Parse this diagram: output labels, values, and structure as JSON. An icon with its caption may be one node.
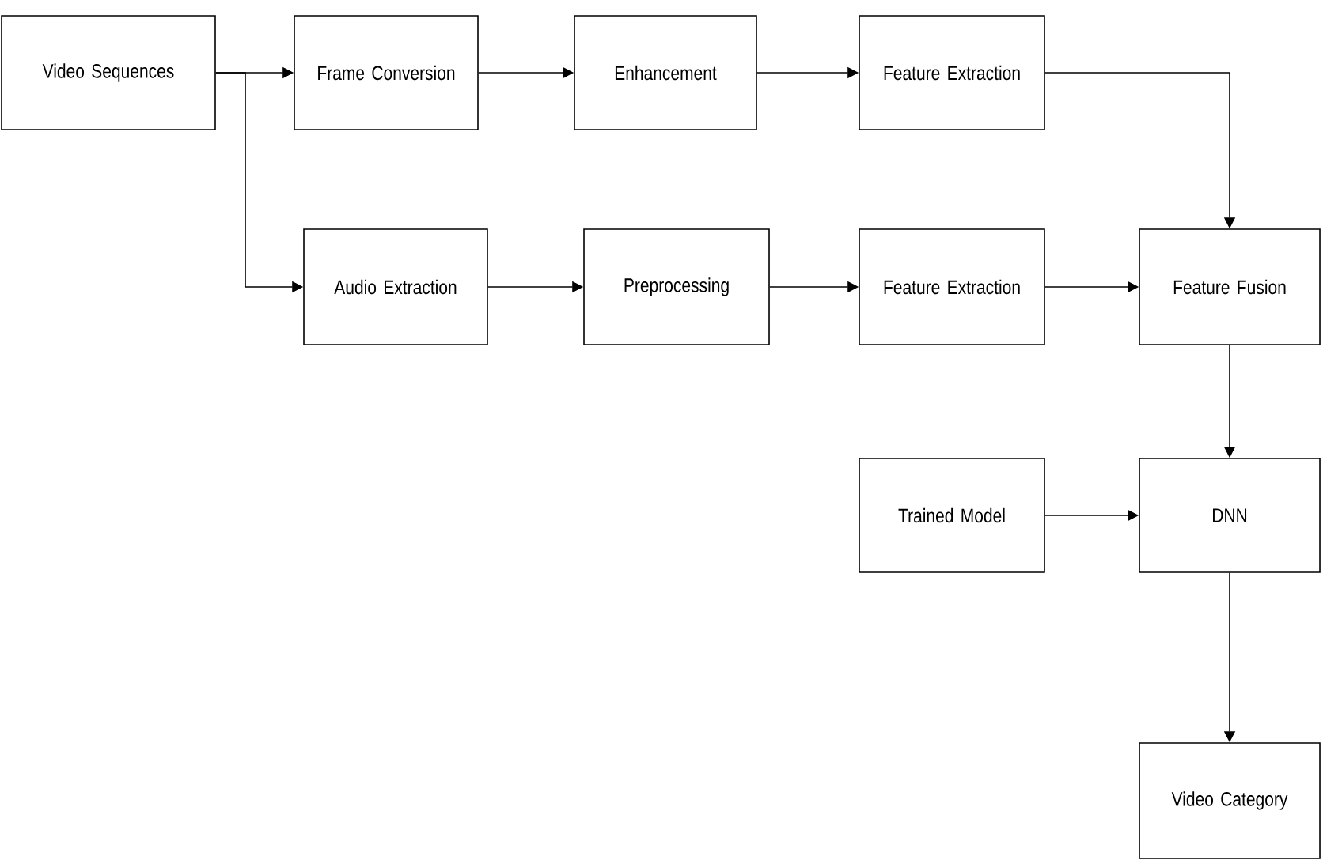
{
  "diagram": {
    "nodes": [
      {
        "text": [
          "Video Sequences"
        ]
      },
      {
        "text": [
          "Frame Conversion"
        ]
      },
      {
        "text": [
          "Enhancement"
        ]
      },
      {
        "text": [
          "Feature Extraction"
        ]
      },
      {
        "text": [
          "Audio Extraction"
        ]
      },
      {
        "text": [
          "Preprocessing"
        ]
      },
      {
        "text": [
          "Feature Extraction"
        ]
      },
      {
        "text": [
          "Feature Fusion"
        ]
      },
      {
        "text": [
          "Trained Model"
        ]
      },
      {
        "text": [
          "DNN"
        ]
      },
      {
        "text": [
          "Video Category"
        ]
      }
    ],
    "edges": [
      {
        "from": 0,
        "to": 1,
        "arrow": "to"
      },
      {
        "from": 0,
        "to": 4,
        "arrow": "to"
      },
      {
        "from": 1,
        "to": 2,
        "arrow": "to"
      },
      {
        "from": 2,
        "to": 3,
        "arrow": "to"
      },
      {
        "from": 3,
        "to": 7,
        "arrow": "to"
      },
      {
        "from": 4,
        "to": 5,
        "arrow": "to"
      },
      {
        "from": 5,
        "to": 6,
        "arrow": "to"
      },
      {
        "from": 6,
        "to": 7,
        "arrow": "to"
      },
      {
        "from": 7,
        "to": 9,
        "arrow": "to"
      },
      {
        "from": 8,
        "to": 9,
        "arrow": "to"
      },
      {
        "from": 9,
        "to": 10,
        "arrow": "to"
      }
    ]
  }
}
